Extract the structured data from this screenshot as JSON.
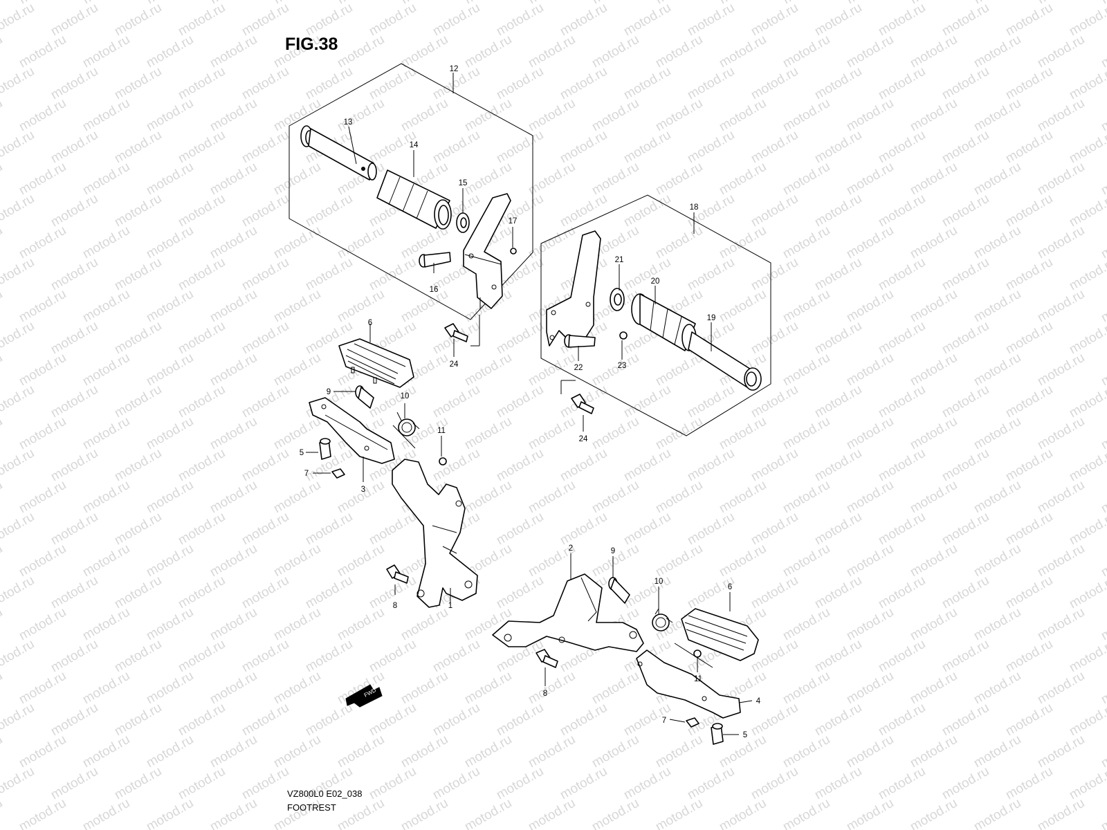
{
  "figure": {
    "title": "FIG.38"
  },
  "watermark": {
    "text": "motod.ru"
  },
  "footer": {
    "code": "VZ800L0 E02_038",
    "name": "FOOTREST"
  },
  "fwd_badge": {
    "label": "FWD"
  },
  "callouts": {
    "n1": "1",
    "n2": "2",
    "n3": "3",
    "n4": "4",
    "n5a": "5",
    "n5b": "5",
    "n6a": "6",
    "n6b": "6",
    "n7a": "7",
    "n7b": "7",
    "n8a": "8",
    "n8b": "8",
    "n9a": "9",
    "n9b": "9",
    "n10a": "10",
    "n10b": "10",
    "n11a": "11",
    "n11b": "11",
    "n12": "12",
    "n13": "13",
    "n14": "14",
    "n15": "15",
    "n16": "16",
    "n17": "17",
    "n18": "18",
    "n19": "19",
    "n20": "20",
    "n21": "21",
    "n22": "22",
    "n23": "23",
    "n24a": "24",
    "n24b": "24"
  }
}
